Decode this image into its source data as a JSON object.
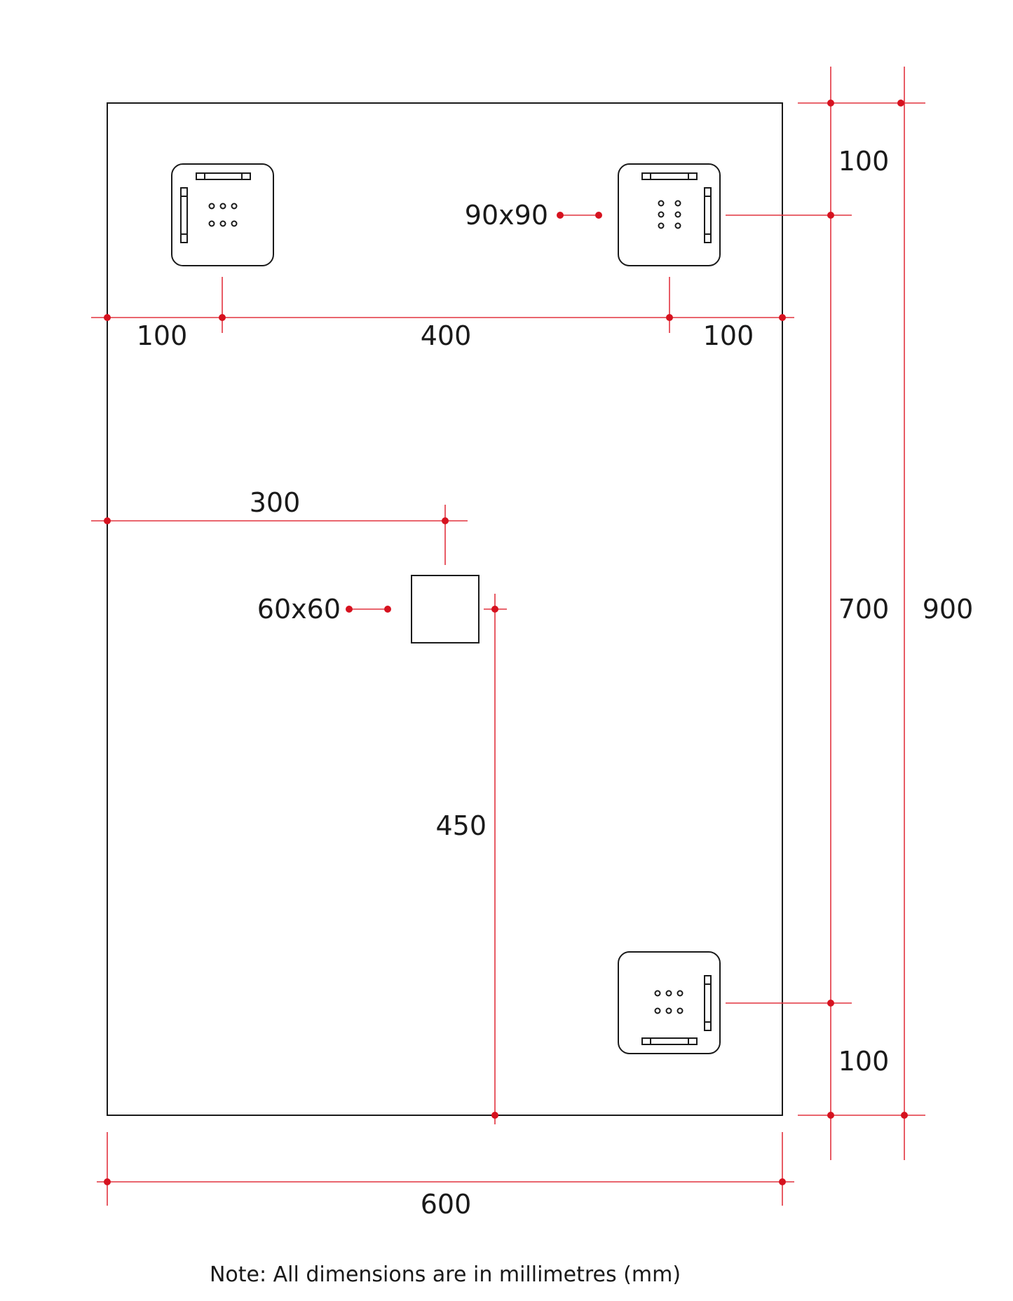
{
  "colors": {
    "outline": "#1a1a1a",
    "dimension": "#e2333f",
    "dot": "#d6121f",
    "background": "#ffffff"
  },
  "dimensions": {
    "left_margin": "100",
    "center_spacing": "400",
    "right_margin": "100",
    "bracket_size": "90x90",
    "center_offset": "300",
    "center_size": "60x60",
    "center_height": "450",
    "top_margin": "100",
    "vertical_spacing": "700",
    "total_height": "900",
    "bottom_margin": "100",
    "total_width": "600"
  },
  "note": "Note: All dimensions are in millimetres (mm)"
}
